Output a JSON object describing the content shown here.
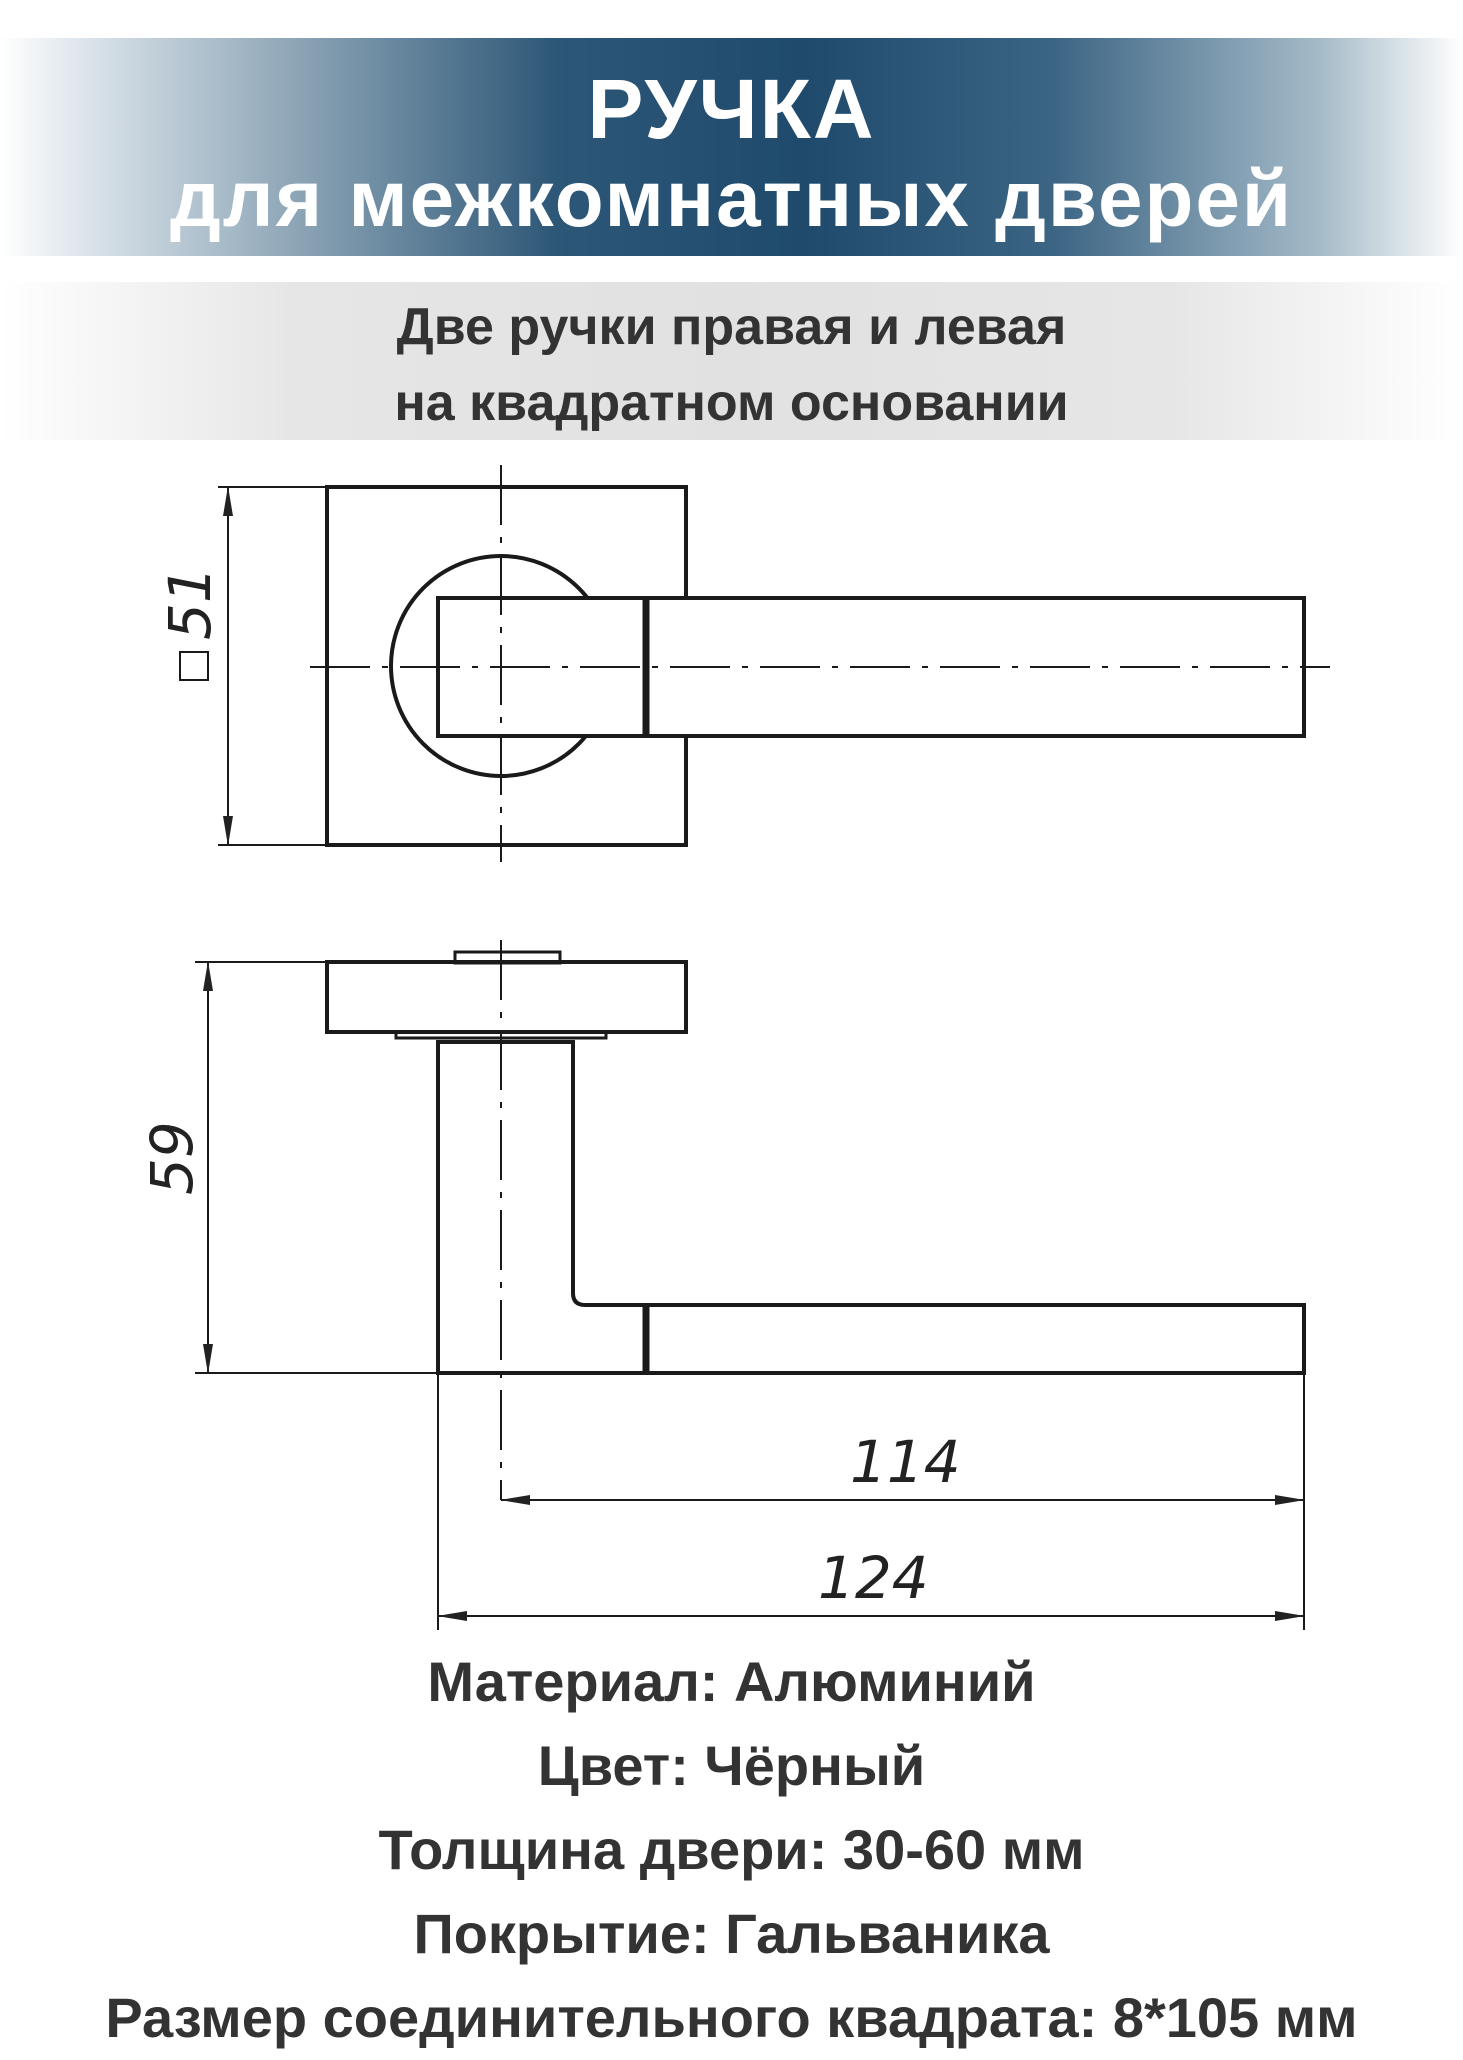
{
  "header": {
    "title": "РУЧКА",
    "subtitle": "для межкомнатных дверей"
  },
  "subheader": {
    "line1": "Две ручки правая и левая",
    "line2": "на квадратном основании"
  },
  "drawing": {
    "dim_square": "51",
    "dim_height": "59",
    "dim_length_inner": "114",
    "dim_length_total": "124"
  },
  "specs": {
    "material": "Материал: Алюминий",
    "color": "Цвет: Чёрный",
    "door_thickness": "Толщина двери: 30-60 мм",
    "coating": "Покрытие: Гальваника",
    "spindle_size": "Размер соединительного квадрата: 8*105 мм"
  }
}
